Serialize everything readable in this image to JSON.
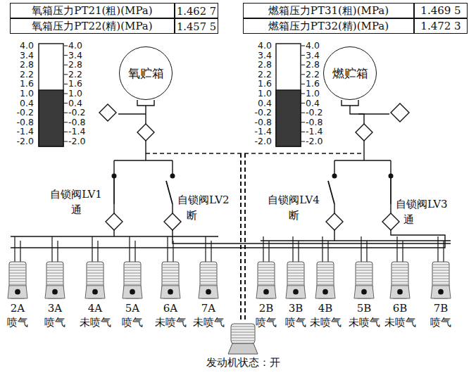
{
  "diagram": {
    "nodes": [
      {
        "text": [
          "氧贮箱"
        ]
      },
      {
        "text": [
          "燃贮箱"
        ]
      }
    ],
    "labels": [
      "氧箱压力PT21(粗)(MPa)",
      "1.462 7",
      "燃箱压力PT31(粗)(MPa)",
      "1.469 5",
      "氧箱压力PT22(精)(MPa)",
      "1.457 5",
      "燃箱压力PT32(精)(MPa)",
      "1.472 3",
      "4.0",
      "3.4",
      "2.8",
      "2.2",
      "1.6",
      "1.0",
      "0.4",
      "-0.2",
      "-0.8",
      "-1.4",
      "-2.0",
      "4.0",
      "3.4",
      "2.8",
      "2.2",
      "1.6",
      "1.0",
      "0.4",
      "-0.2",
      "-0.8",
      "-1.4",
      "-2.0",
      "4.0",
      "3.4",
      "2.8",
      "2.2",
      "1.6",
      "1.0",
      "0.4",
      "-0.2",
      "-0.8",
      "-1.4",
      "-2.0",
      "4.0",
      "3.4",
      "2.8",
      "2.2",
      "1.6",
      "1.0",
      "0.4",
      "-0.2",
      "-0.8",
      "-1.4",
      "-2.0",
      "自锁阀LV1",
      "通",
      "自锁阀LV2",
      "断",
      "自锁阀LV4",
      "断",
      "自锁阀LV3",
      "通",
      "2A",
      "喷气",
      "3A",
      "喷气",
      "4A",
      "未喷气",
      "5A",
      "喷气",
      "6A",
      "未喷气",
      "7A",
      "未喷气",
      "2B",
      "喷气",
      "3B",
      "喷气",
      "4B",
      "未喷气",
      "5B",
      "未喷气",
      "6B",
      "未喷气",
      "7B",
      "喷气",
      "发动机状态：开"
    ]
  }
}
